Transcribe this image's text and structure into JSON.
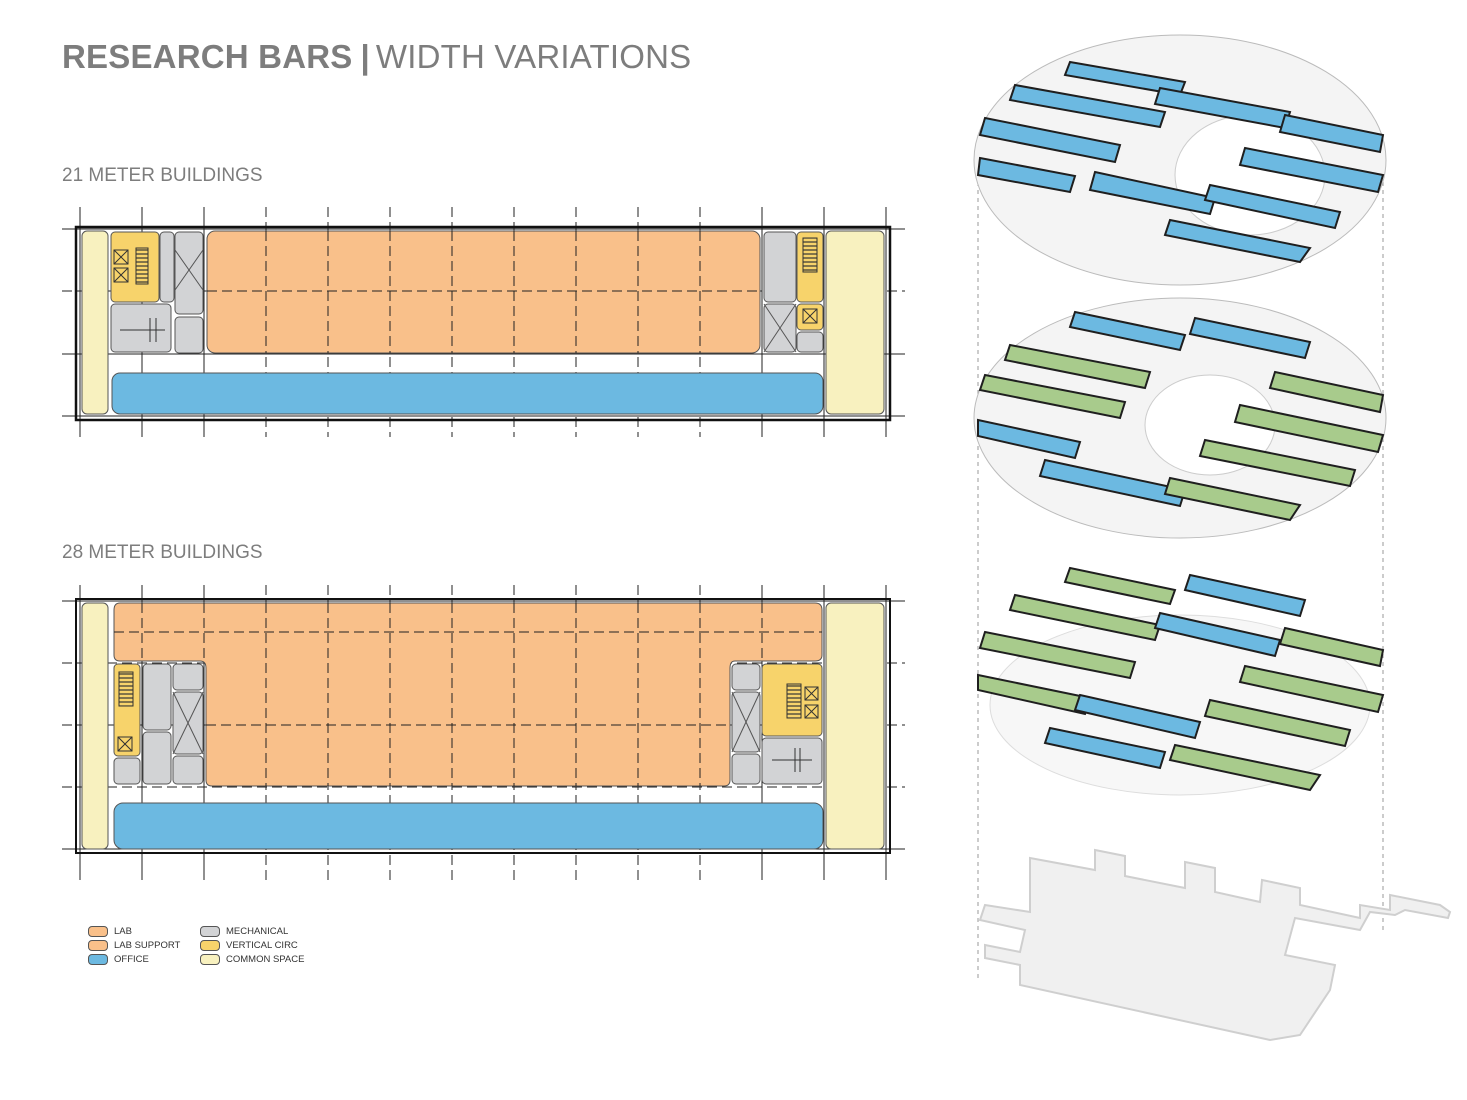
{
  "title": {
    "bold_part": "RESEARCH BARS",
    "separator": "|",
    "light_part": "WIDTH VARIATIONS"
  },
  "sections": {
    "buildings_21": "21 METER BUILDINGS",
    "buildings_28": "28 METER BUILDINGS"
  },
  "legend": [
    {
      "label": "LAB",
      "color": "#f9c08a"
    },
    {
      "label": "LAB SUPPORT",
      "color": "#f9c08a"
    },
    {
      "label": "OFFICE",
      "color": "#6cb9e1"
    },
    {
      "label": "MECHANICAL",
      "color": "#d2d3d5"
    },
    {
      "label": "VERTICAL CIRC",
      "color": "#f7d36b"
    },
    {
      "label": "COMMON SPACE",
      "color": "#f8f1bf"
    }
  ],
  "colors": {
    "lab": "#f9c08a",
    "office": "#6cb9e1",
    "mechanical": "#d2d3d5",
    "vertical_circ": "#f7d36b",
    "common_space": "#f8f1bf",
    "research_green": "#a8cb8c",
    "slab": "#f0f0f0"
  }
}
